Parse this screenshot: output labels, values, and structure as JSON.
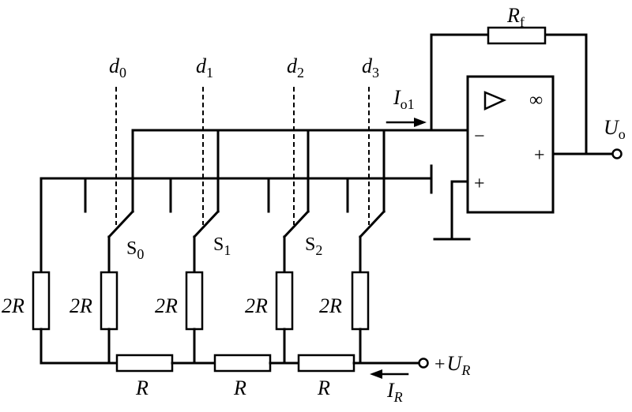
{
  "feedback_resistor": {
    "symbol": "R",
    "subscript": "f"
  },
  "output": {
    "symbol": "U",
    "subscript": "o"
  },
  "output_current": {
    "symbol": "I",
    "subscript": "o1"
  },
  "reference": {
    "prefix": "+",
    "symbol": "U",
    "subscript": "R"
  },
  "reference_current": {
    "symbol": "I",
    "subscript": "R"
  },
  "opamp": {
    "gain_symbol": "∞",
    "minus": "−",
    "plus_in": "+",
    "plus_out": "+"
  },
  "digital_inputs": [
    {
      "symbol": "d",
      "subscript": "0"
    },
    {
      "symbol": "d",
      "subscript": "1"
    },
    {
      "symbol": "d",
      "subscript": "2"
    },
    {
      "symbol": "d",
      "subscript": "3"
    }
  ],
  "switches": [
    {
      "symbol": "S",
      "subscript": "0"
    },
    {
      "symbol": "S",
      "subscript": "1"
    },
    {
      "symbol": "S",
      "subscript": "2"
    }
  ],
  "shunt_resistors": [
    "2R",
    "2R",
    "2R",
    "2R",
    "2R"
  ],
  "series_resistors": [
    "R",
    "R",
    "R"
  ]
}
